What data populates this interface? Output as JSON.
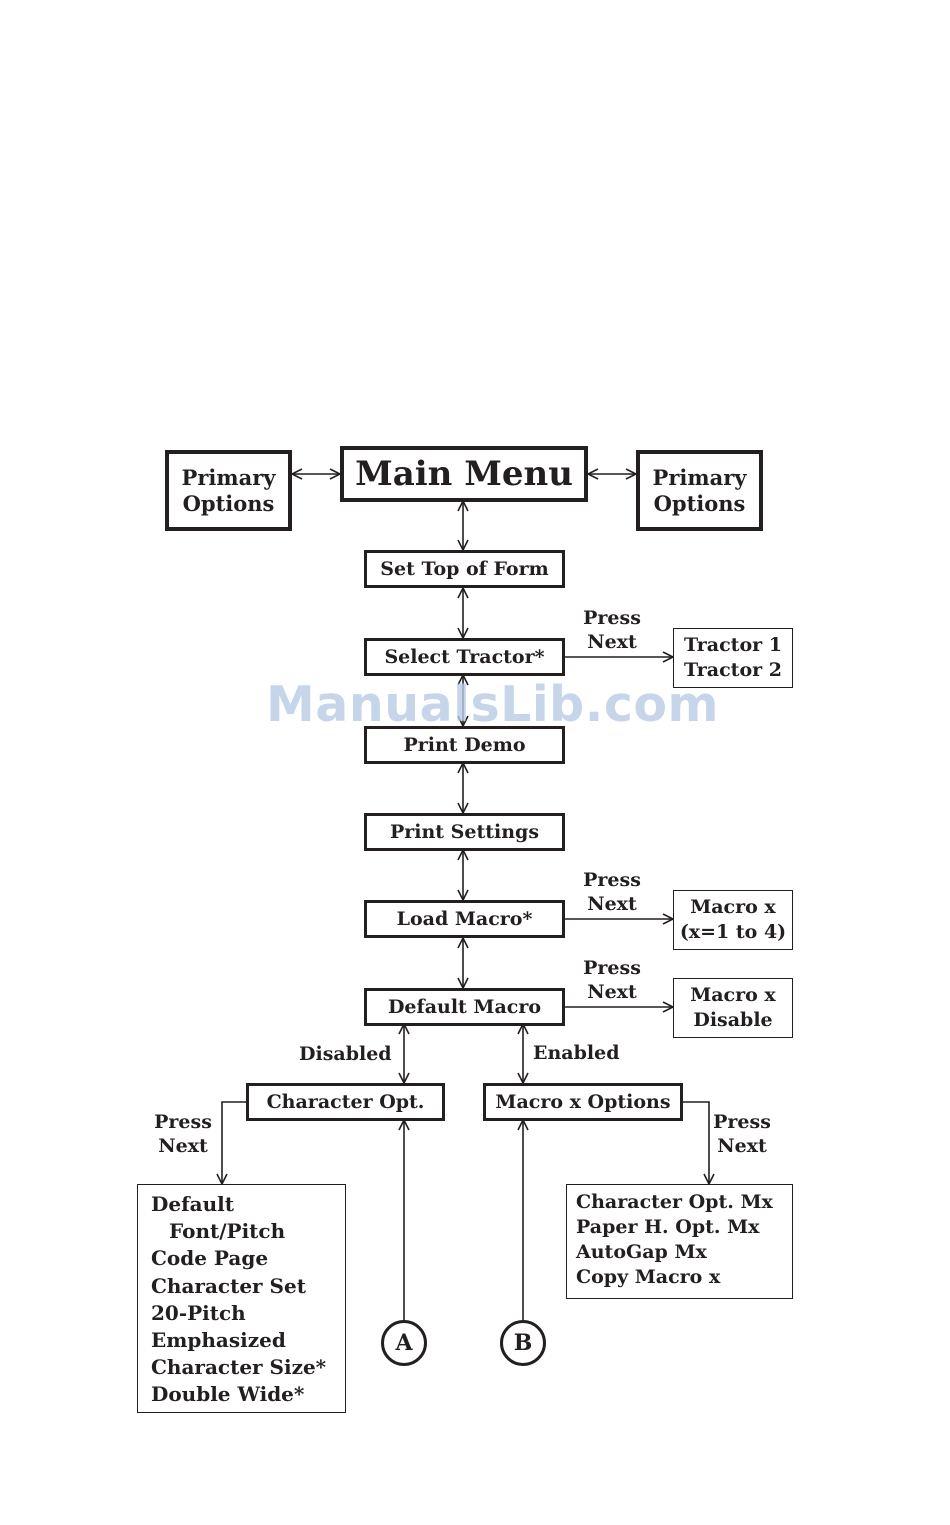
{
  "main_menu": "Main Menu",
  "primary_options_left": [
    "Primary",
    "Options"
  ],
  "primary_options_right": [
    "Primary",
    "Options"
  ],
  "menu_items": {
    "set_top_of_form": "Set Top of Form",
    "select_tractor": "Select Tractor*",
    "print_demo": "Print Demo",
    "print_settings": "Print Settings",
    "load_macro": "Load Macro*",
    "default_macro": "Default Macro",
    "character_opt": "Character Opt.",
    "macro_x_options": "Macro x Options"
  },
  "press_next": [
    "Press",
    "Next"
  ],
  "tractor_options": [
    "Tractor 1",
    "Tractor 2"
  ],
  "load_macro_result": [
    "Macro x",
    "(x=1 to 4)"
  ],
  "default_macro_result": [
    "Macro x",
    "Disable"
  ],
  "branch_labels": {
    "disabled": "Disabled",
    "enabled": "Enabled"
  },
  "character_opt_list": [
    "Default",
    "Font/Pitch",
    "Code Page",
    "Character Set",
    "20-Pitch",
    "Emphasized",
    "Character Size*",
    "Double Wide*"
  ],
  "macro_options_list": [
    "Character Opt. Mx",
    "Paper H. Opt. Mx",
    "AutoGap Mx",
    "Copy Macro x"
  ],
  "connectors": {
    "a": "A",
    "b": "B"
  },
  "watermark": "ManualsLib.com"
}
